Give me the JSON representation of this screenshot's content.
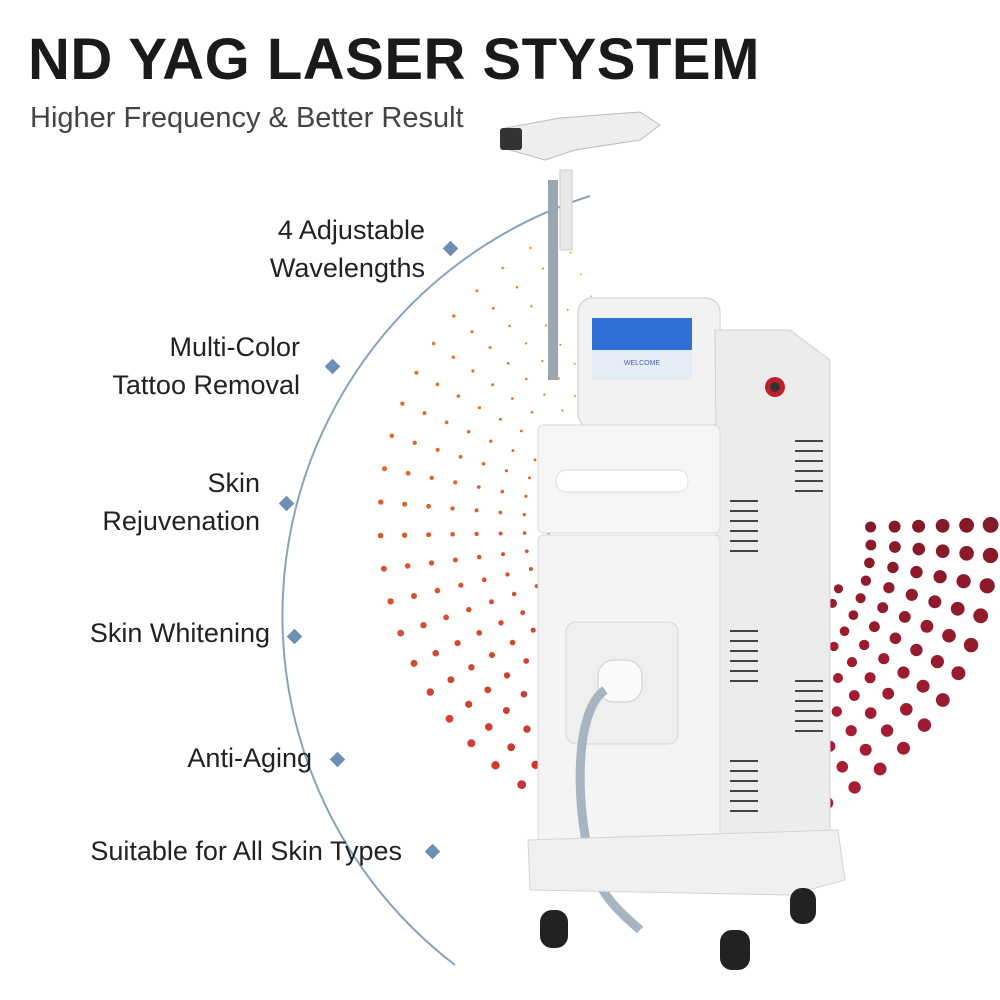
{
  "header": {
    "title": "ND YAG LASER STYSTEM",
    "subtitle": "Higher Frequency & Better Result"
  },
  "features": [
    {
      "line1": "4 Adjustable",
      "line2": "Wavelengths"
    },
    {
      "line1": "Multi-Color",
      "line2": "Tattoo Removal"
    },
    {
      "line1": "Skin",
      "line2": "Rejuvenation"
    },
    {
      "line1": "Skin Whitening",
      "line2": ""
    },
    {
      "line1": "Anti-Aging",
      "line2": ""
    },
    {
      "line1": "Suitable for All Skin Types",
      "line2": ""
    }
  ],
  "device": {
    "screen_text": "WELCOME"
  },
  "colors": {
    "accent_blue": "#6d8fb5",
    "dot_orange": "#f28a1e",
    "dot_red": "#c0203a",
    "dot_dark": "#8a1a2a"
  }
}
